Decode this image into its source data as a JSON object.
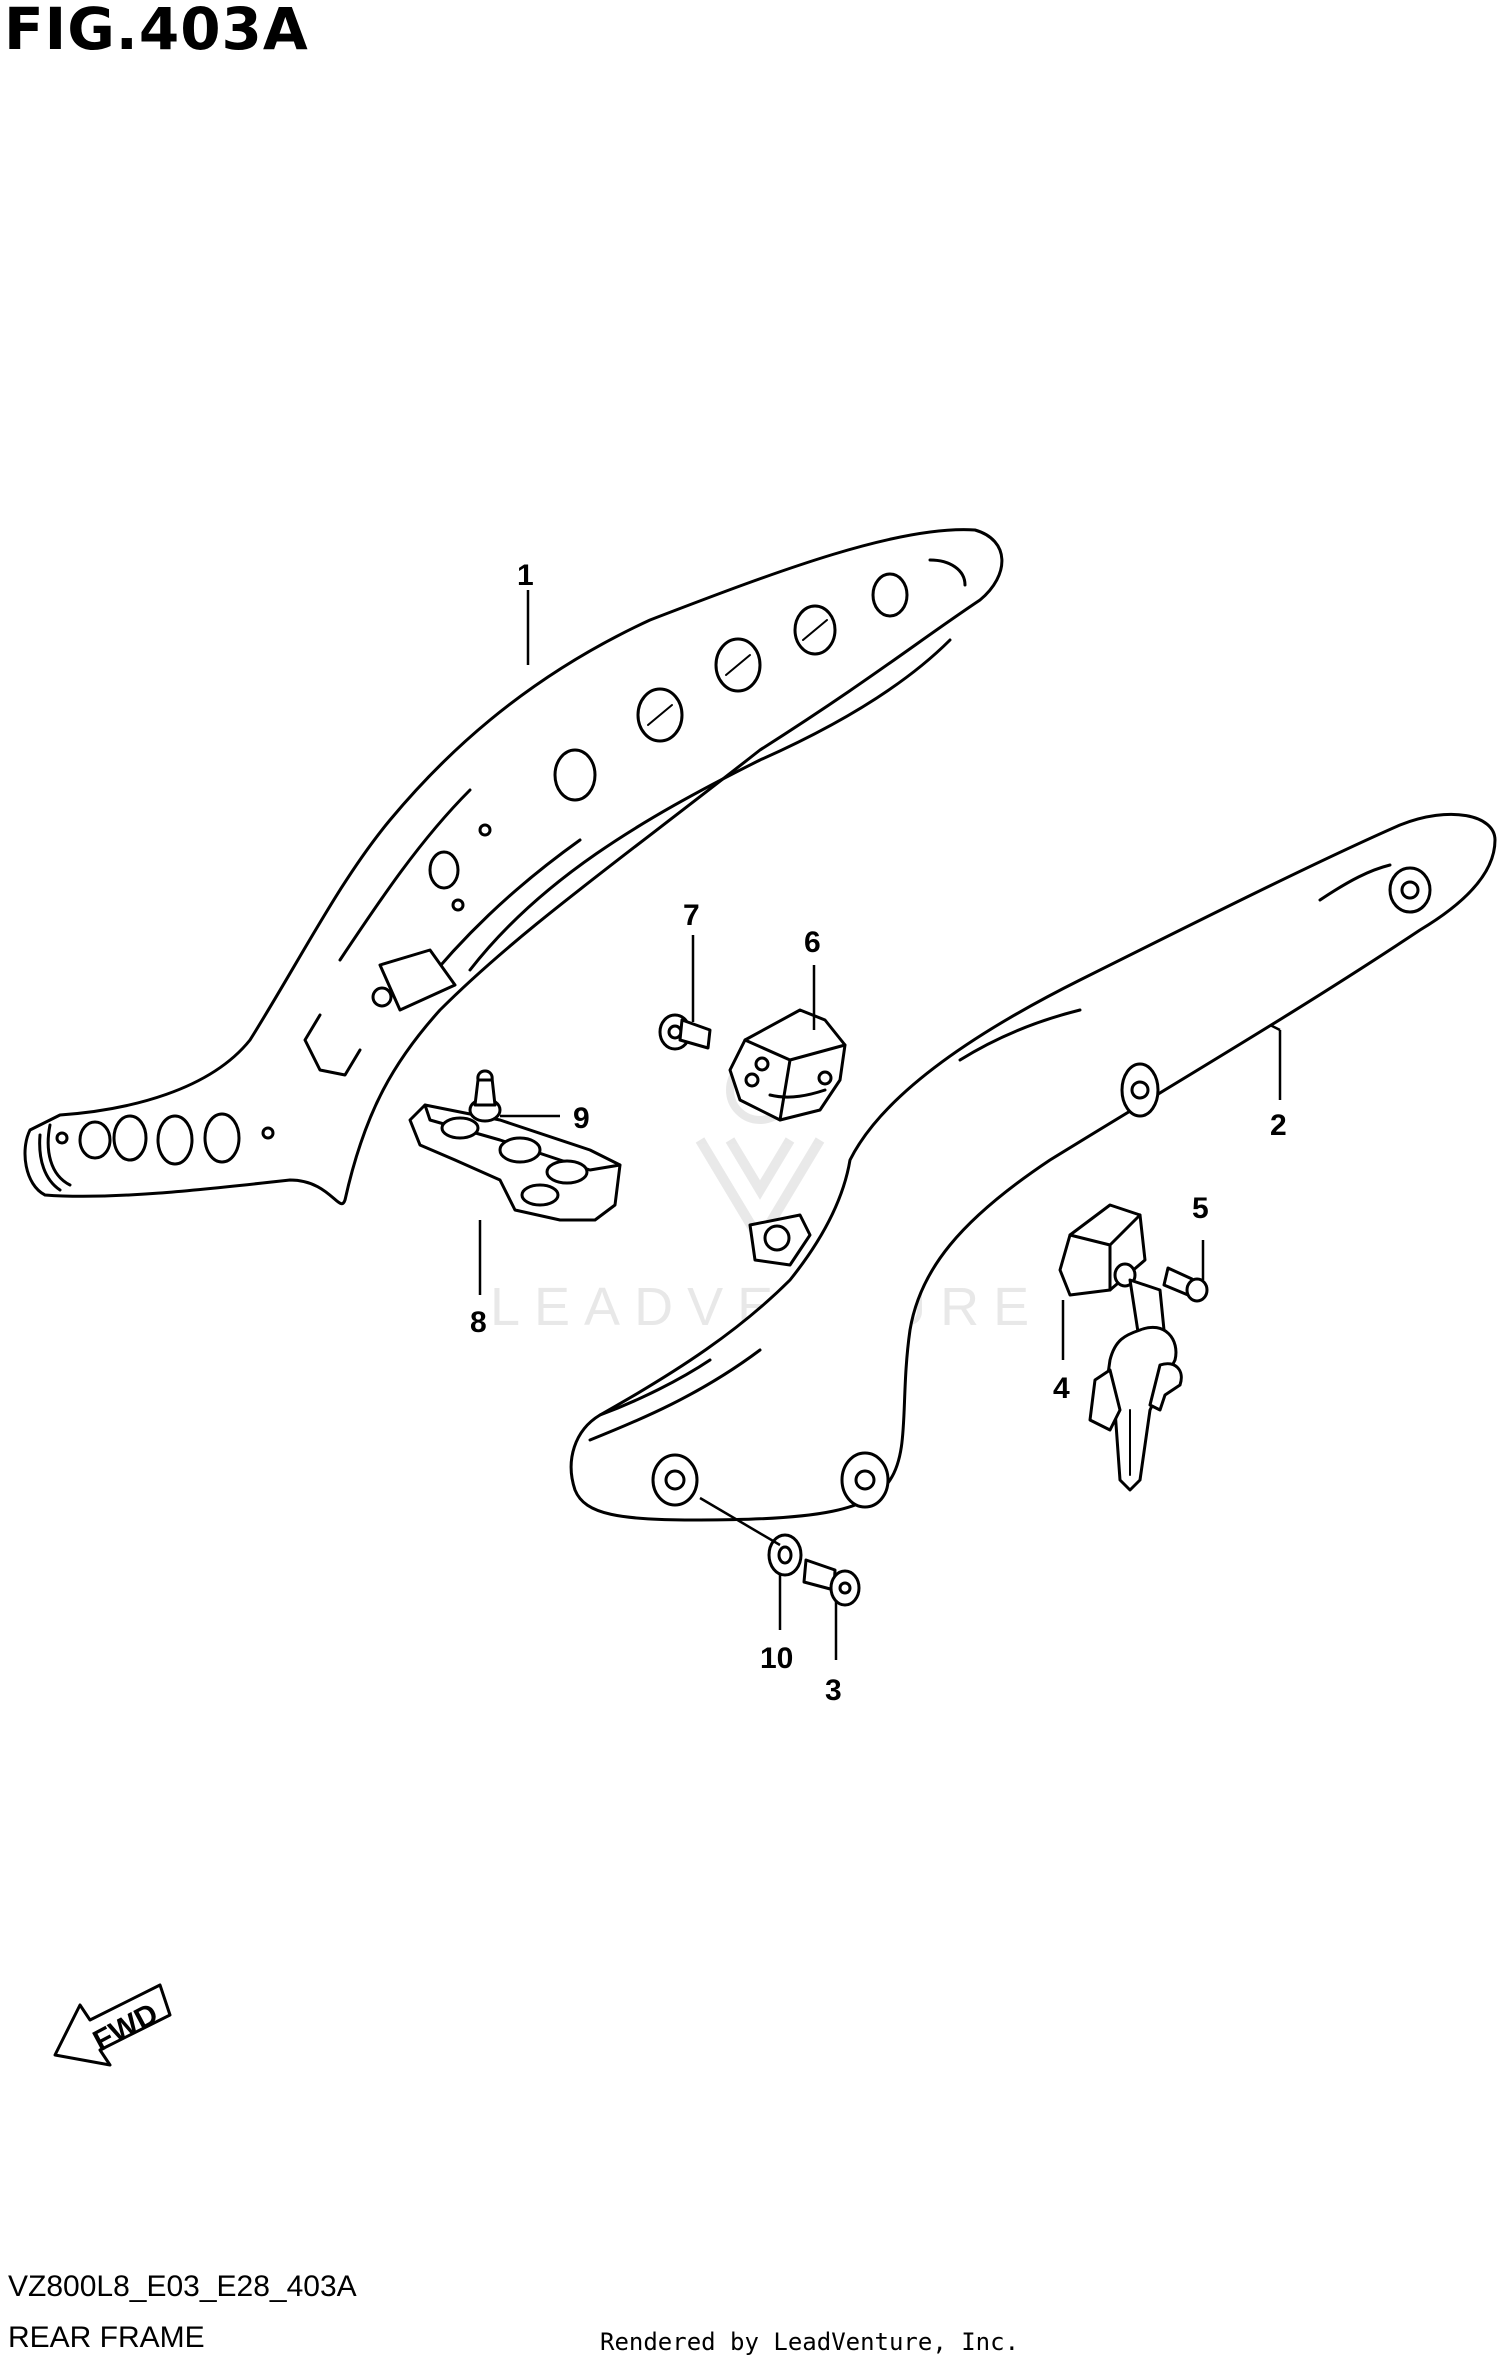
{
  "figure": {
    "title": "FIG.403A",
    "code": "VZ800L8_E03_E28_403A",
    "name": "REAR FRAME"
  },
  "watermark": "LEADVENTURE",
  "credit": "Rendered by LeadVenture, Inc.",
  "fwd_label": "FWD",
  "callouts": [
    {
      "id": "1",
      "label": "1"
    },
    {
      "id": "2",
      "label": "2"
    },
    {
      "id": "3",
      "label": "3"
    },
    {
      "id": "4",
      "label": "4"
    },
    {
      "id": "5",
      "label": "5"
    },
    {
      "id": "6",
      "label": "6"
    },
    {
      "id": "7",
      "label": "7"
    },
    {
      "id": "8",
      "label": "8"
    },
    {
      "id": "9",
      "label": "9"
    },
    {
      "id": "10",
      "label": "10"
    }
  ]
}
